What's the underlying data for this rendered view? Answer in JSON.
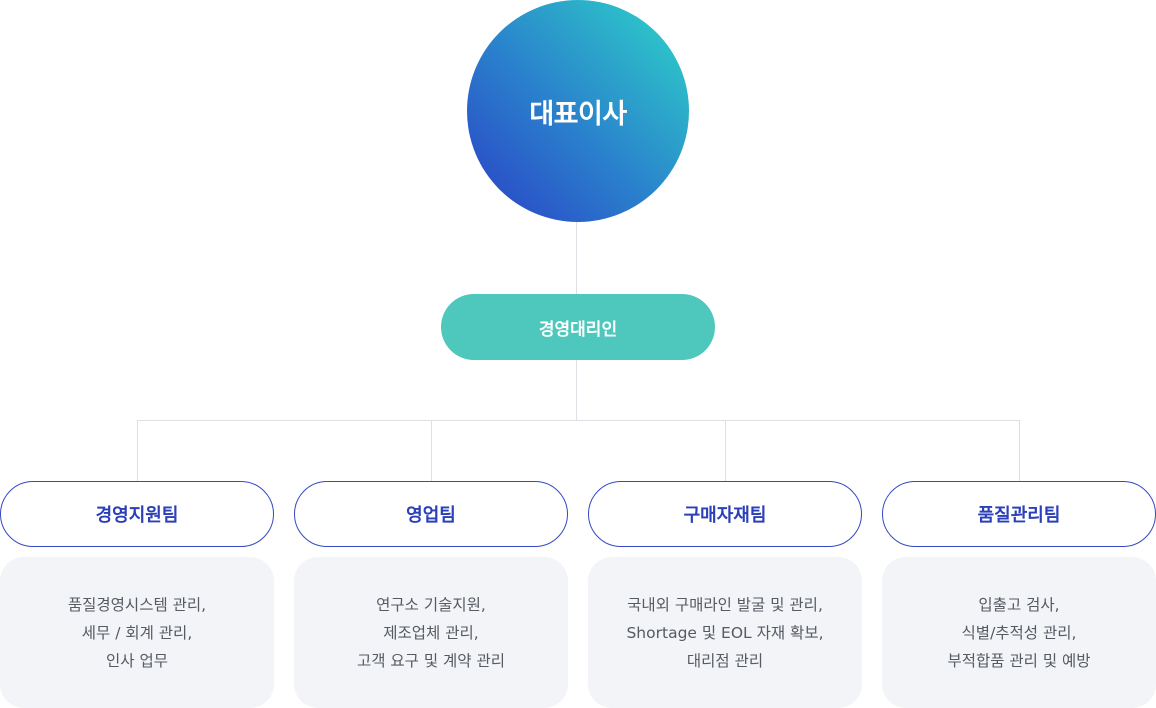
{
  "ceo": {
    "label": "대표이사"
  },
  "agent": {
    "label": "경영대리인"
  },
  "teams": [
    {
      "name": "경영지원팀",
      "duties": [
        "품질경영시스템 관리,",
        "세무 / 회계 관리,",
        "인사 업무"
      ]
    },
    {
      "name": "영업팀",
      "duties": [
        "연구소 기술지원,",
        "제조업체 관리,",
        "고객 요구 및 계약 관리"
      ]
    },
    {
      "name": "구매자재팀",
      "duties": [
        "국내외 구매라인 발굴 및 관리,",
        "Shortage 및 EOL 자재 확보,",
        "대리점 관리"
      ]
    },
    {
      "name": "품질관리팀",
      "duties": [
        "입출고 검사,",
        "식별/추적성 관리,",
        "부적합품 관리 및 예방"
      ]
    }
  ],
  "colors": {
    "ceo_gradient_start": "#2a3fc6",
    "ceo_gradient_end": "#2ed6c9",
    "agent_fill": "#4ec7bc",
    "team_border": "#3448c5",
    "team_text": "#2a3fb8",
    "desc_fill": "#f3f4f7",
    "connector": "#dcdfe4"
  }
}
